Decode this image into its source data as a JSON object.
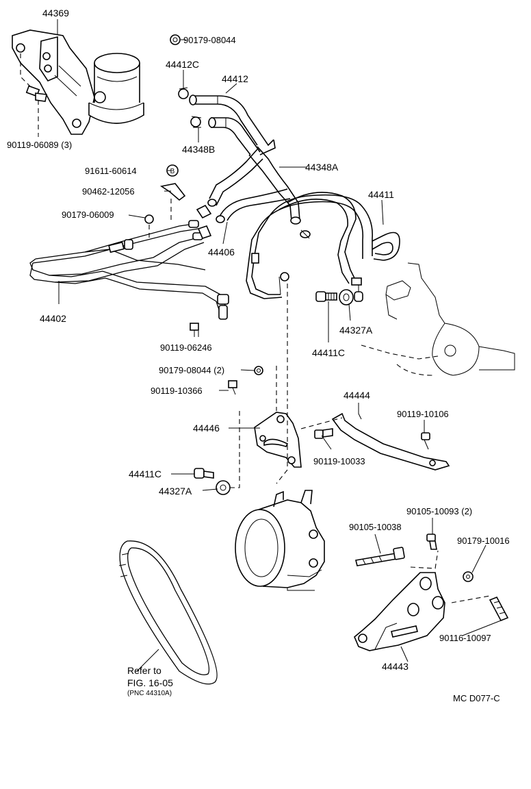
{
  "diagram": {
    "labels": {
      "p44369": "44369",
      "p90179_08044_top": "90179-08044",
      "p44412c": "44412C",
      "p44412": "44412",
      "p44348b": "44348B",
      "p90119_06089": "90119-06089 (3)",
      "p91611_60614": "91611-60614",
      "p91611_marker": "B",
      "p90462_12056": "90462-12056",
      "p44348a": "44348A",
      "p44411": "44411",
      "p90179_06009": "90179-06009",
      "p44406": "44406",
      "p44402": "44402",
      "p44411c_top": "44411C",
      "p44327a_top": "44327A",
      "p90119_06246": "90119-06246",
      "p90179_08044_2": "90179-08044 (2)",
      "p90119_10366": "90119-10366",
      "p44444": "44444",
      "p90119_10106": "90119-10106",
      "p44446": "44446",
      "p90119_10033": "90119-10033",
      "p44411c_bot": "44411C",
      "p44327a_bot": "44327A",
      "p90105_10093": "90105-10093 (2)",
      "p90105_10038": "90105-10038",
      "p90179_10016": "90179-10016",
      "p90116_10097": "90116-10097",
      "p44443": "44443",
      "refer_line1": "Refer to",
      "refer_line2": "FIG. 16-05",
      "refer_line3": "(PNC 44310A)",
      "diagram_code": "MC  D077-C"
    }
  }
}
